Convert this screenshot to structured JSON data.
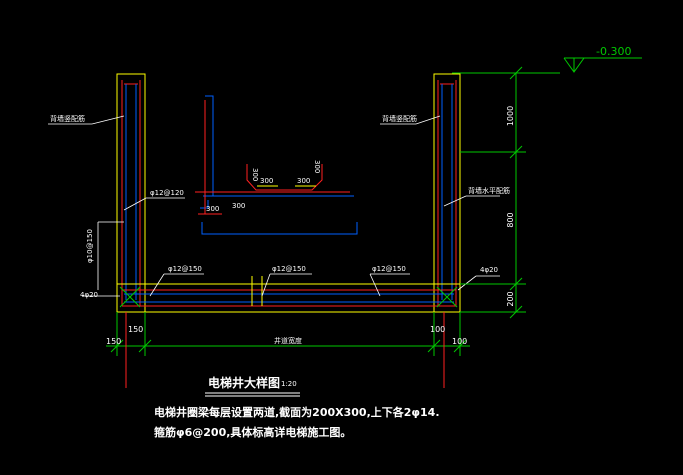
{
  "elevation": {
    "value": "-0.300"
  },
  "wall_labels": {
    "left_top": "背墙竖配筋",
    "right_top": "背墙竖配筋",
    "right_mid": "背墙水平配筋"
  },
  "rebar_labels": {
    "left_wall": "φ12@120",
    "left_vertical": "φ10@150",
    "left_corner": "4φ20",
    "right_corner": "4φ20",
    "slab_left": "φ12@150",
    "slab_mid": "φ12@150",
    "slab_right": "φ12@150"
  },
  "detail": {
    "dim_a": "300",
    "dim_b": "300",
    "dim_c": "300",
    "dim_d": "300",
    "dim_e": "300",
    "dim_f": "300"
  },
  "vertical_dims": [
    "1000",
    "800",
    "200"
  ],
  "bottom_dims": {
    "left_outer": "150",
    "left_inner": "150",
    "middle": "井道宽度",
    "right_inner": "100",
    "right_outer": "100"
  },
  "title": {
    "text": "电梯井大样图",
    "scale": "1:20"
  },
  "notes": [
    "电梯井圈梁每层设置两道,截面为200X300,上下各2φ14.",
    "箍筋φ6@200,具体标高详电梯施工图。"
  ]
}
